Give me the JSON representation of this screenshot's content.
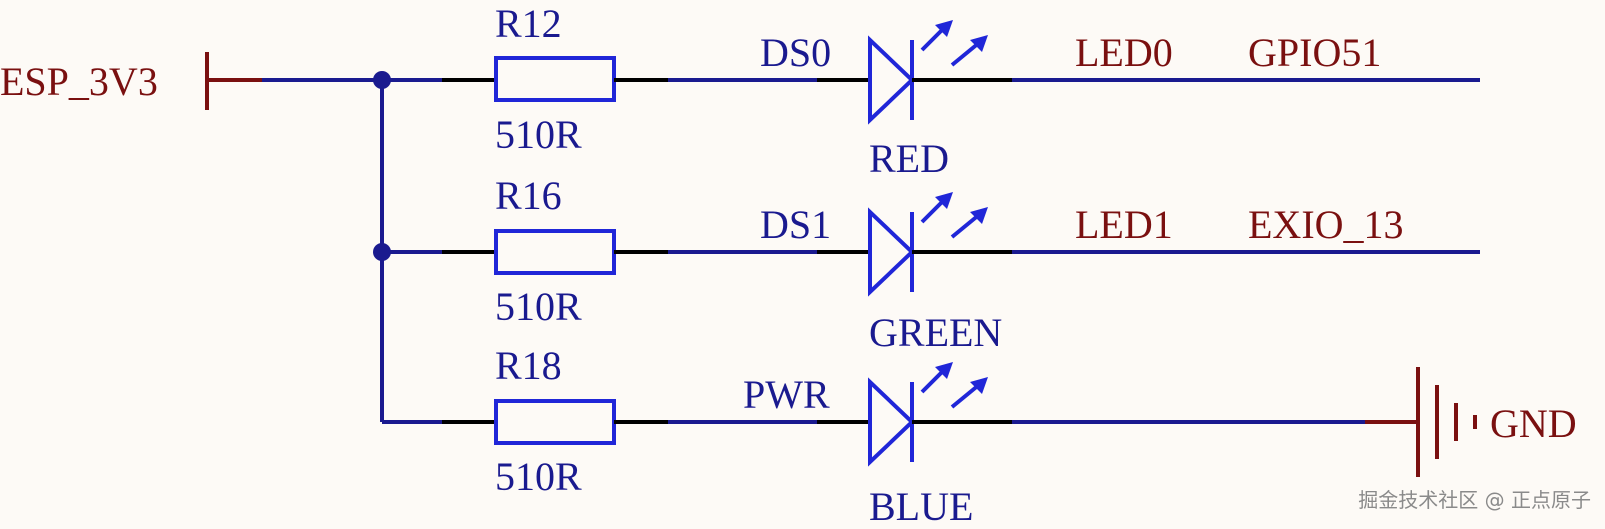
{
  "power": {
    "net": "ESP_3V3"
  },
  "rows": [
    {
      "resistor": "R12",
      "value": "510R",
      "led_ref": "DS0",
      "color": "RED",
      "net": "LED0",
      "pin": "GPIO51",
      "ground": false
    },
    {
      "resistor": "R16",
      "value": "510R",
      "led_ref": "DS1",
      "color": "GREEN",
      "net": "LED1",
      "pin": "EXIO_13",
      "ground": false
    },
    {
      "resistor": "R18",
      "value": "510R",
      "led_ref": "PWR",
      "color": "BLUE",
      "net": "",
      "pin": "",
      "ground": true
    }
  ],
  "ground": {
    "label": "GND"
  },
  "watermark": "掘金技术社区 @ 正点原子",
  "colors": {
    "wire": "#1a1a8f",
    "component": "#2026d8",
    "net_label": "#7a1010",
    "background": "#fdfaf6"
  }
}
